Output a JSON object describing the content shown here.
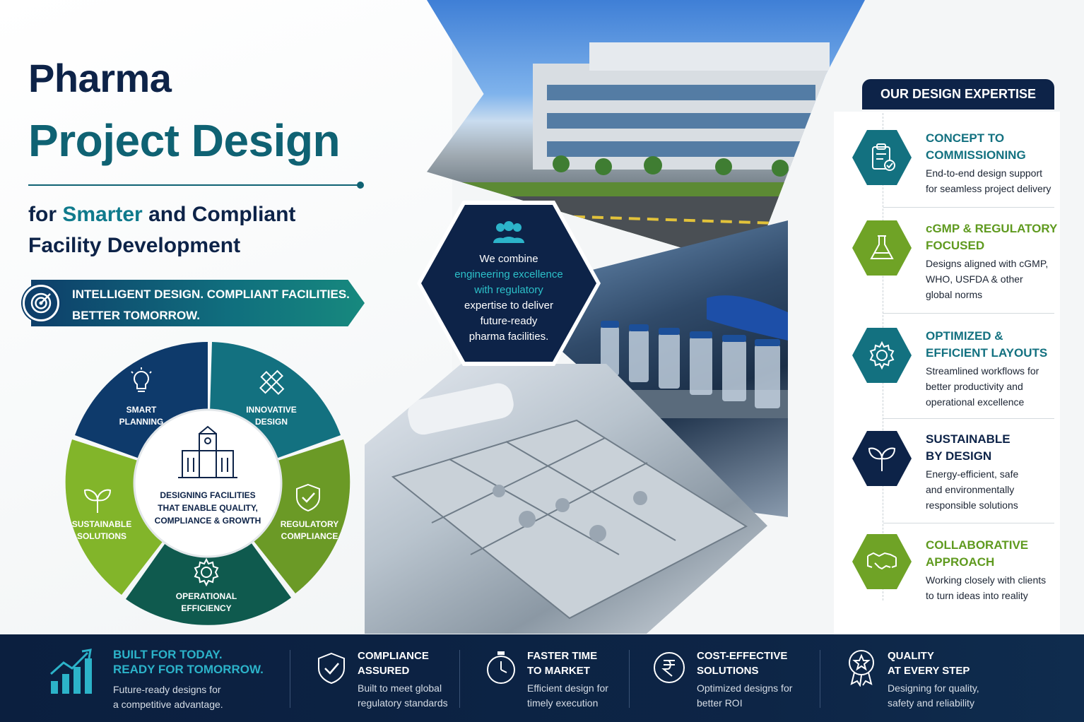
{
  "header": {
    "title_line1": "Pharma",
    "title_line2": "Project Design",
    "subtitle_pre": "for ",
    "subtitle_accent": "Smarter",
    "subtitle_post": " and Compliant",
    "subtitle_line2": "Facility Development"
  },
  "tagline": {
    "line1": "INTELLIGENT DESIGN. COMPLIANT FACILITIES.",
    "line2": "BETTER TOMORROW.",
    "icon": "target-icon"
  },
  "wheel": {
    "center": "DESIGNING FACILITIES THAT ENABLE QUALITY, COMPLIANCE & GROWTH",
    "segments": [
      {
        "label1": "SMART",
        "label2": "PLANNING",
        "icon": "lightbulb-icon",
        "color": "#0e3a6b"
      },
      {
        "label1": "INNOVATIVE",
        "label2": "DESIGN",
        "icon": "ruler-pencil-icon",
        "color": "#137180"
      },
      {
        "label1": "REGULATORY",
        "label2": "COMPLIANCE",
        "icon": "shield-check-icon",
        "color": "#6b9a26"
      },
      {
        "label1": "OPERATIONAL",
        "label2": "EFFICIENCY",
        "icon": "gear-icon",
        "color": "#0f5a4e"
      },
      {
        "label1": "SUSTAINABLE",
        "label2": "SOLUTIONS",
        "icon": "leaf-icon",
        "color": "#82b52a"
      }
    ]
  },
  "callout": {
    "line1": "We combine",
    "accent1": "engineering excellence",
    "accent2": "with regulatory",
    "line4": "expertise to deliver",
    "line5": "future-ready",
    "line6": "pharma facilities.",
    "icon": "team-icon"
  },
  "expertise": {
    "header": "OUR DESIGN EXPERTISE",
    "items": [
      {
        "title1": "CONCEPT TO",
        "title2": "COMMISSIONING",
        "desc1": "End-to-end design support",
        "desc2": "for seamless project delivery",
        "desc3": "",
        "icon": "clipboard-check-icon",
        "color": "#137180",
        "title_color": "#137180"
      },
      {
        "title1": "cGMP & REGULATORY",
        "title2": "FOCUSED",
        "desc1": "Designs aligned with cGMP,",
        "desc2": "WHO, USFDA & other",
        "desc3": "global norms",
        "icon": "flask-icon",
        "color": "#6fa326",
        "title_color": "#5f9a1f"
      },
      {
        "title1": "OPTIMIZED &",
        "title2": "EFFICIENT LAYOUTS",
        "desc1": "Streamlined workflows for",
        "desc2": "better productivity and",
        "desc3": "operational excellence",
        "icon": "gear-icon",
        "color": "#137180",
        "title_color": "#137180"
      },
      {
        "title1": "SUSTAINABLE",
        "title2": "BY DESIGN",
        "desc1": "Energy-efficient, safe",
        "desc2": "and environmentally",
        "desc3": "responsible solutions",
        "icon": "leaf-icon",
        "color": "#0d2348",
        "title_color": "#0d2348"
      },
      {
        "title1": "COLLABORATIVE",
        "title2": "APPROACH",
        "desc1": "Working closely with clients",
        "desc2": "to turn ideas into reality",
        "desc3": "",
        "icon": "handshake-icon",
        "color": "#6fa326",
        "title_color": "#5f9a1f"
      }
    ]
  },
  "footer": {
    "items": [
      {
        "title1": "BUILT FOR TODAY.",
        "title2": "READY FOR TOMORROW.",
        "desc1": "Future-ready designs for",
        "desc2": "a competitive advantage.",
        "icon": "growth-chart-icon"
      },
      {
        "title1": "COMPLIANCE",
        "title2": "ASSURED",
        "desc1": "Built to meet global",
        "desc2": "regulatory standards",
        "icon": "shield-check-icon"
      },
      {
        "title1": "FASTER TIME",
        "title2": "TO MARKET",
        "desc1": "Efficient design for",
        "desc2": "timely execution",
        "icon": "stopwatch-icon"
      },
      {
        "title1": "COST-EFFECTIVE",
        "title2": "SOLUTIONS",
        "desc1": "Optimized designs for",
        "desc2": "better ROI",
        "icon": "rupee-icon"
      },
      {
        "title1": "QUALITY",
        "title2": "AT EVERY STEP",
        "desc1": "Designing for quality,",
        "desc2": "safety and reliability",
        "icon": "quality-badge-icon"
      }
    ],
    "accent": "#2cb3c9"
  },
  "colors": {
    "navy": "#0d2348",
    "teal": "#137180",
    "green": "#6fa326"
  }
}
